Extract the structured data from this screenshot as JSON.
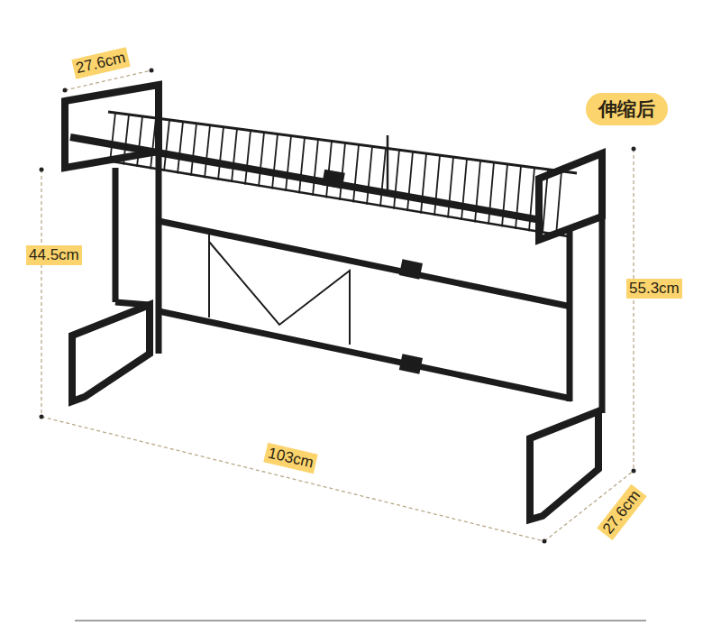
{
  "diagram": {
    "nodes": [
      {
        "text": [
          "伸缩后"
        ]
      }
    ],
    "labels": [
      "27.6cm",
      "44.5cm",
      "55.3cm",
      "103cm",
      "27.6cm"
    ]
  }
}
